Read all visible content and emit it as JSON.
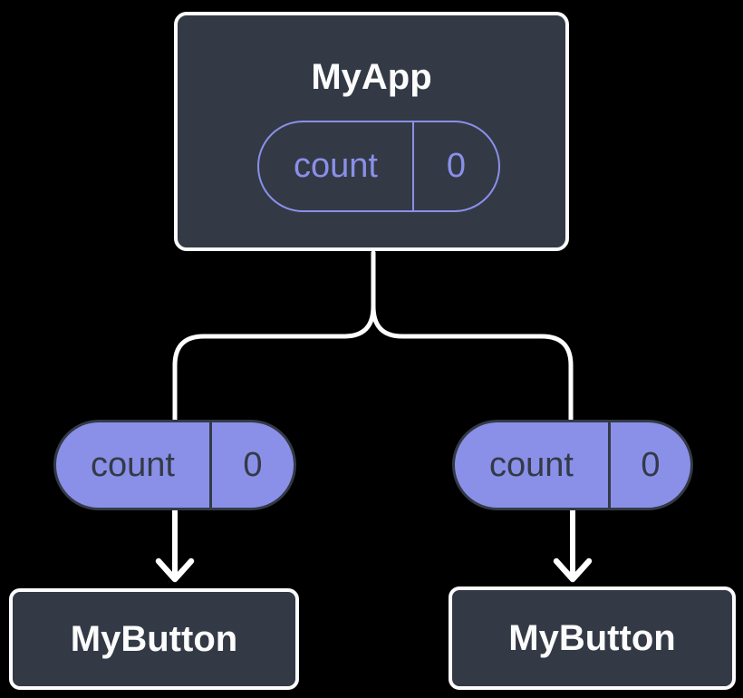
{
  "colors": {
    "background": "#000000",
    "node_fill": "#333a46",
    "node_border": "#fcfcfc",
    "accent_purple": "#8a90e8",
    "pill_dark_text": "#333a46",
    "connector": "#ffffff"
  },
  "tree": {
    "root": {
      "title": "MyApp",
      "state": {
        "label": "count",
        "value": "0"
      }
    },
    "props": [
      {
        "label": "count",
        "value": "0"
      },
      {
        "label": "count",
        "value": "0"
      }
    ],
    "children": [
      {
        "title": "MyButton"
      },
      {
        "title": "MyButton"
      }
    ]
  }
}
